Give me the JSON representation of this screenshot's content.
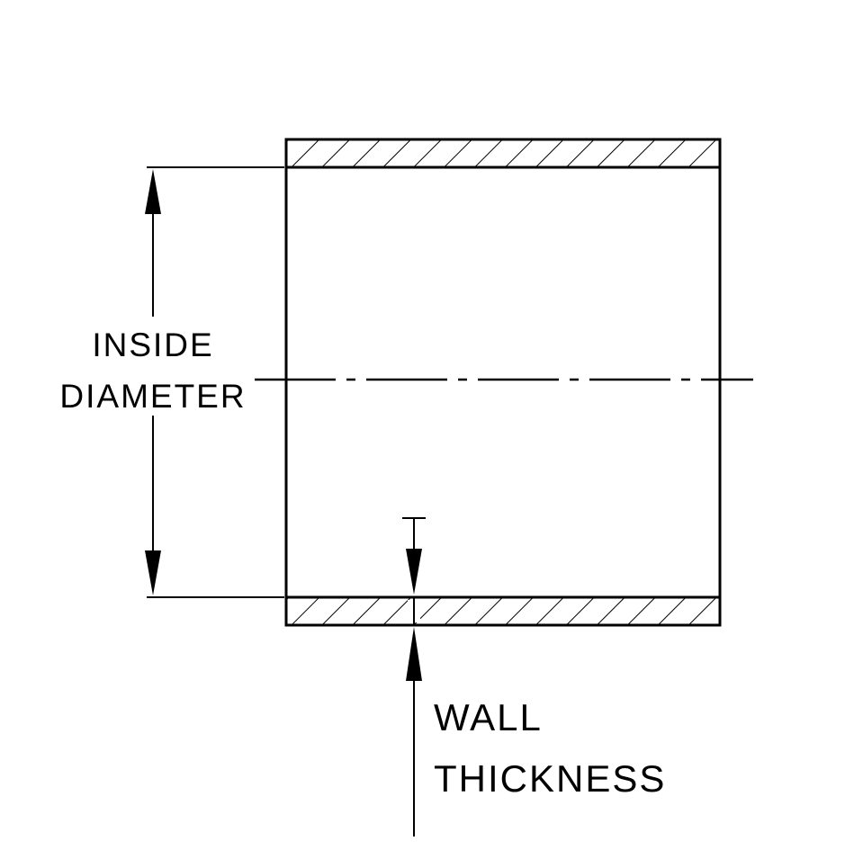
{
  "figure": {
    "kind": "technical-line-drawing",
    "subject": "tube cross-section with dimension callouts",
    "colors": {
      "line": "#000000",
      "background": "#ffffff"
    },
    "labels": {
      "inside_diameter_line1": "INSIDE",
      "inside_diameter_line2": "DIAMETER",
      "wall_thickness_line1": "WALL",
      "wall_thickness_line2": "THICKNESS"
    }
  }
}
